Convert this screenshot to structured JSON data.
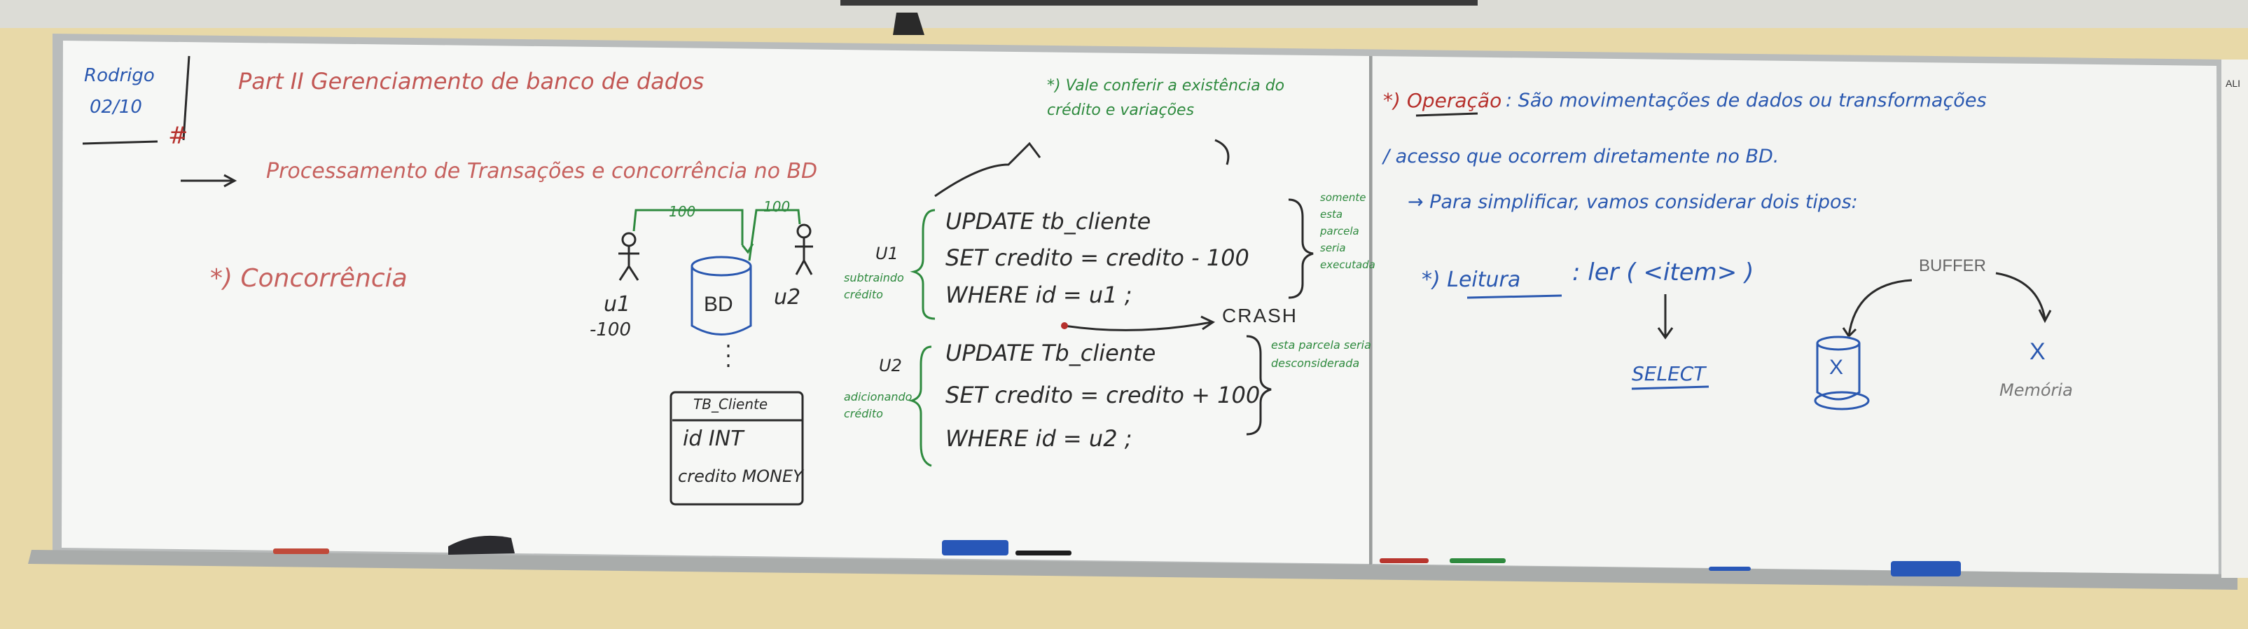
{
  "colors": {
    "blue_marker": "#2a58b0",
    "red_marker": "#b6302c",
    "green_marker": "#2e8a3e",
    "black_marker": "#2a2a2a",
    "board": "#f7f8f6",
    "wall": "#e8d9a8"
  },
  "left_board": {
    "date_label_1": "Rodrigo",
    "date_label_2": "02/10",
    "title": "Part II   Gerenciamento de banco de dados",
    "subtitle": "Processamento de Transações e concorrência no BD",
    "concurrency": "*) Concorrência",
    "diagram": {
      "link_label_1": "100",
      "link_label_2": "100",
      "user1": "u1",
      "user1_amount": "-100",
      "user2": "u2",
      "db_label": "BD",
      "table_title": "TB_Cliente",
      "table_row_1": "id INT",
      "table_row_2": "credito MONEY"
    },
    "note_green": "*) Vale conferir a existência do crédito e variações",
    "u1_label": "U1",
    "u1_side_note": "subtraindo crédito",
    "sql1": [
      "UPDATE tb_cliente",
      "SET credito = credito - 100",
      "WHERE id = u1 ;"
    ],
    "sql1_right_note": "somente esta parcela seria executada",
    "crash": "CRASH",
    "u2_label": "U2",
    "u2_side_note": "adicionando crédito",
    "sql2": [
      "UPDATE Tb_cliente",
      "SET credito = credito + 100",
      "WHERE id = u2 ;"
    ],
    "sql2_right_note": "esta parcela seria desconsiderada"
  },
  "right_board": {
    "operacao_label": "*) Operação",
    "operacao_text_1": ": São movimentações de dados ou transformações",
    "operacao_text_2": "/ acesso que ocorrem diretamente no BD.",
    "simplify": "→ Para simplificar, vamos considerar dois tipos:",
    "leitura_label": "*) Leitura",
    "leitura_fn": ": ler ( <item> )",
    "select_label": "SELECT",
    "buffer_label": "BUFFER",
    "x_db": "X",
    "x_mem": "X",
    "memoria_label": "Memória",
    "edge_text": "ALI"
  }
}
